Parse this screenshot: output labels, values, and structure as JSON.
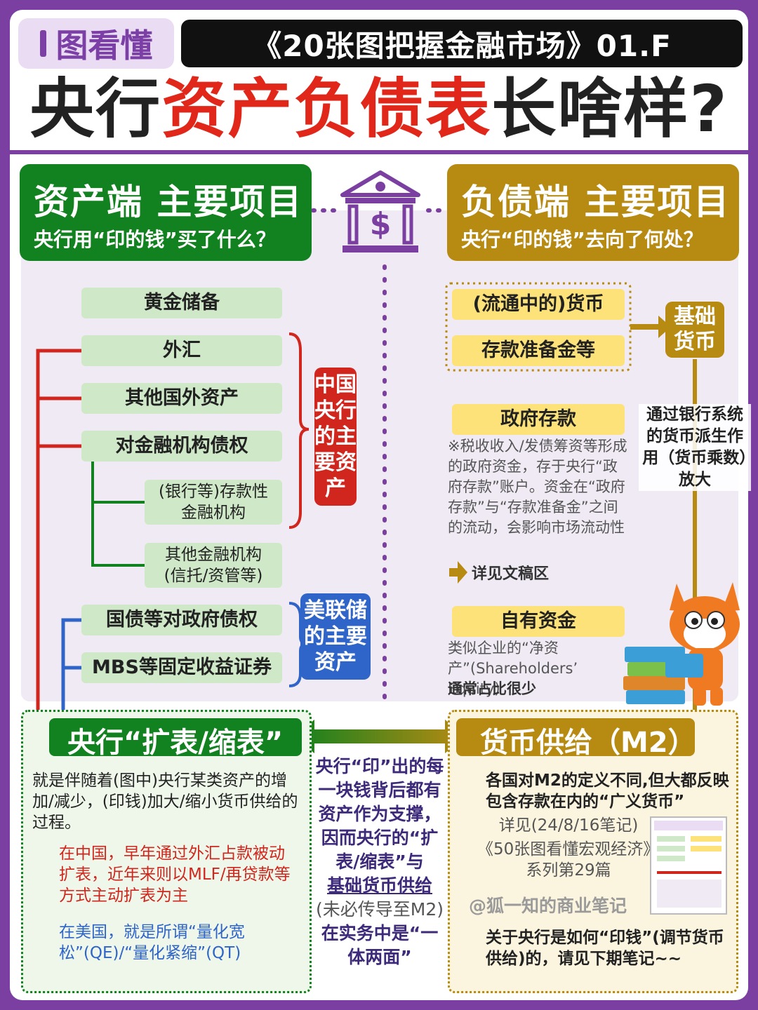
{
  "header": {
    "brand": "图看懂",
    "series_title": "《20张图把握金融市场》01.F",
    "headline_pre": "央行",
    "headline_hl": "资产负债表",
    "headline_post": "长啥样?"
  },
  "asset_side": {
    "title": "资产端 主要项目",
    "subtitle": "央行用“印的钱”买了什么？",
    "items": [
      "黄金储备",
      "外汇",
      "其他国外资产",
      "对金融机构债权"
    ],
    "sub_items": [
      "(银行等)存款性\n金融机构",
      "其他金融机构\n(信托/资管等)"
    ],
    "us_items": [
      "国债等对政府债权",
      "MBS等固定收益证券"
    ],
    "china_label": "中国央行的主要资产",
    "us_label": "美联储的主要资产",
    "colors": {
      "green": "#12811f",
      "red": "#d0261d",
      "blue": "#2f64c8"
    }
  },
  "liability_side": {
    "title": "负债端 主要项目",
    "subtitle": "央行“印的钱”去向了何处？",
    "currency": "(流通中的)货币",
    "reserves": "存款准备金等",
    "base_money": "基础货币",
    "multiplier": "通过银行系统的货币派生作用（货币乘数）放大",
    "gov_deposit": "政府存款",
    "gov_note": "※税收收入/发债筹资等形成的政府资金，存于央行“政府存款”账户。资金在“政府存款”与“存款准备金”之间的流动，会影响市场流动性",
    "see_more": "详见文稿区",
    "equity": "自有资金",
    "equity_note": "类似企业的“净资产”(Shareholders’ Equity)",
    "equity_small": "通常占比很少",
    "color": "#b78a12"
  },
  "bottom": {
    "left_title": "央行“扩表/缩表”",
    "left_desc": "就是伴随着(图中)央行某类资产的增加/减少，(印钱)加大/缩小货币供给的过程。",
    "china_note": "在中国，早年通过外汇占款被动扩表，近年来则以MLF/再贷款等方式主动扩表为主",
    "us_note": "在美国，就是所谓“量化宽松”(QE)/“量化紧缩”(QT)",
    "middle_a": "央行“印”出的每一块钱背后都有资产作为支撑，因而央行的“扩表/缩表”与",
    "middle_b": "基础货币供给",
    "middle_c": "(未必传导至M2)",
    "middle_d": "在实务中是“一体两面”",
    "right_title": "货币供给（M2）",
    "m2_note": "各国对M2的定义不同,但大都反映包含存款在内的“广义货币”",
    "ref_a": "详见(24/8/16笔记)",
    "ref_b": "《50张图看懂宏观经济》",
    "ref_c": "系列第29篇",
    "watermark": "@狐一知的商业笔记",
    "next": "关于央行是如何“印钱”(调节货币供给)的，请见下期笔记~~"
  }
}
